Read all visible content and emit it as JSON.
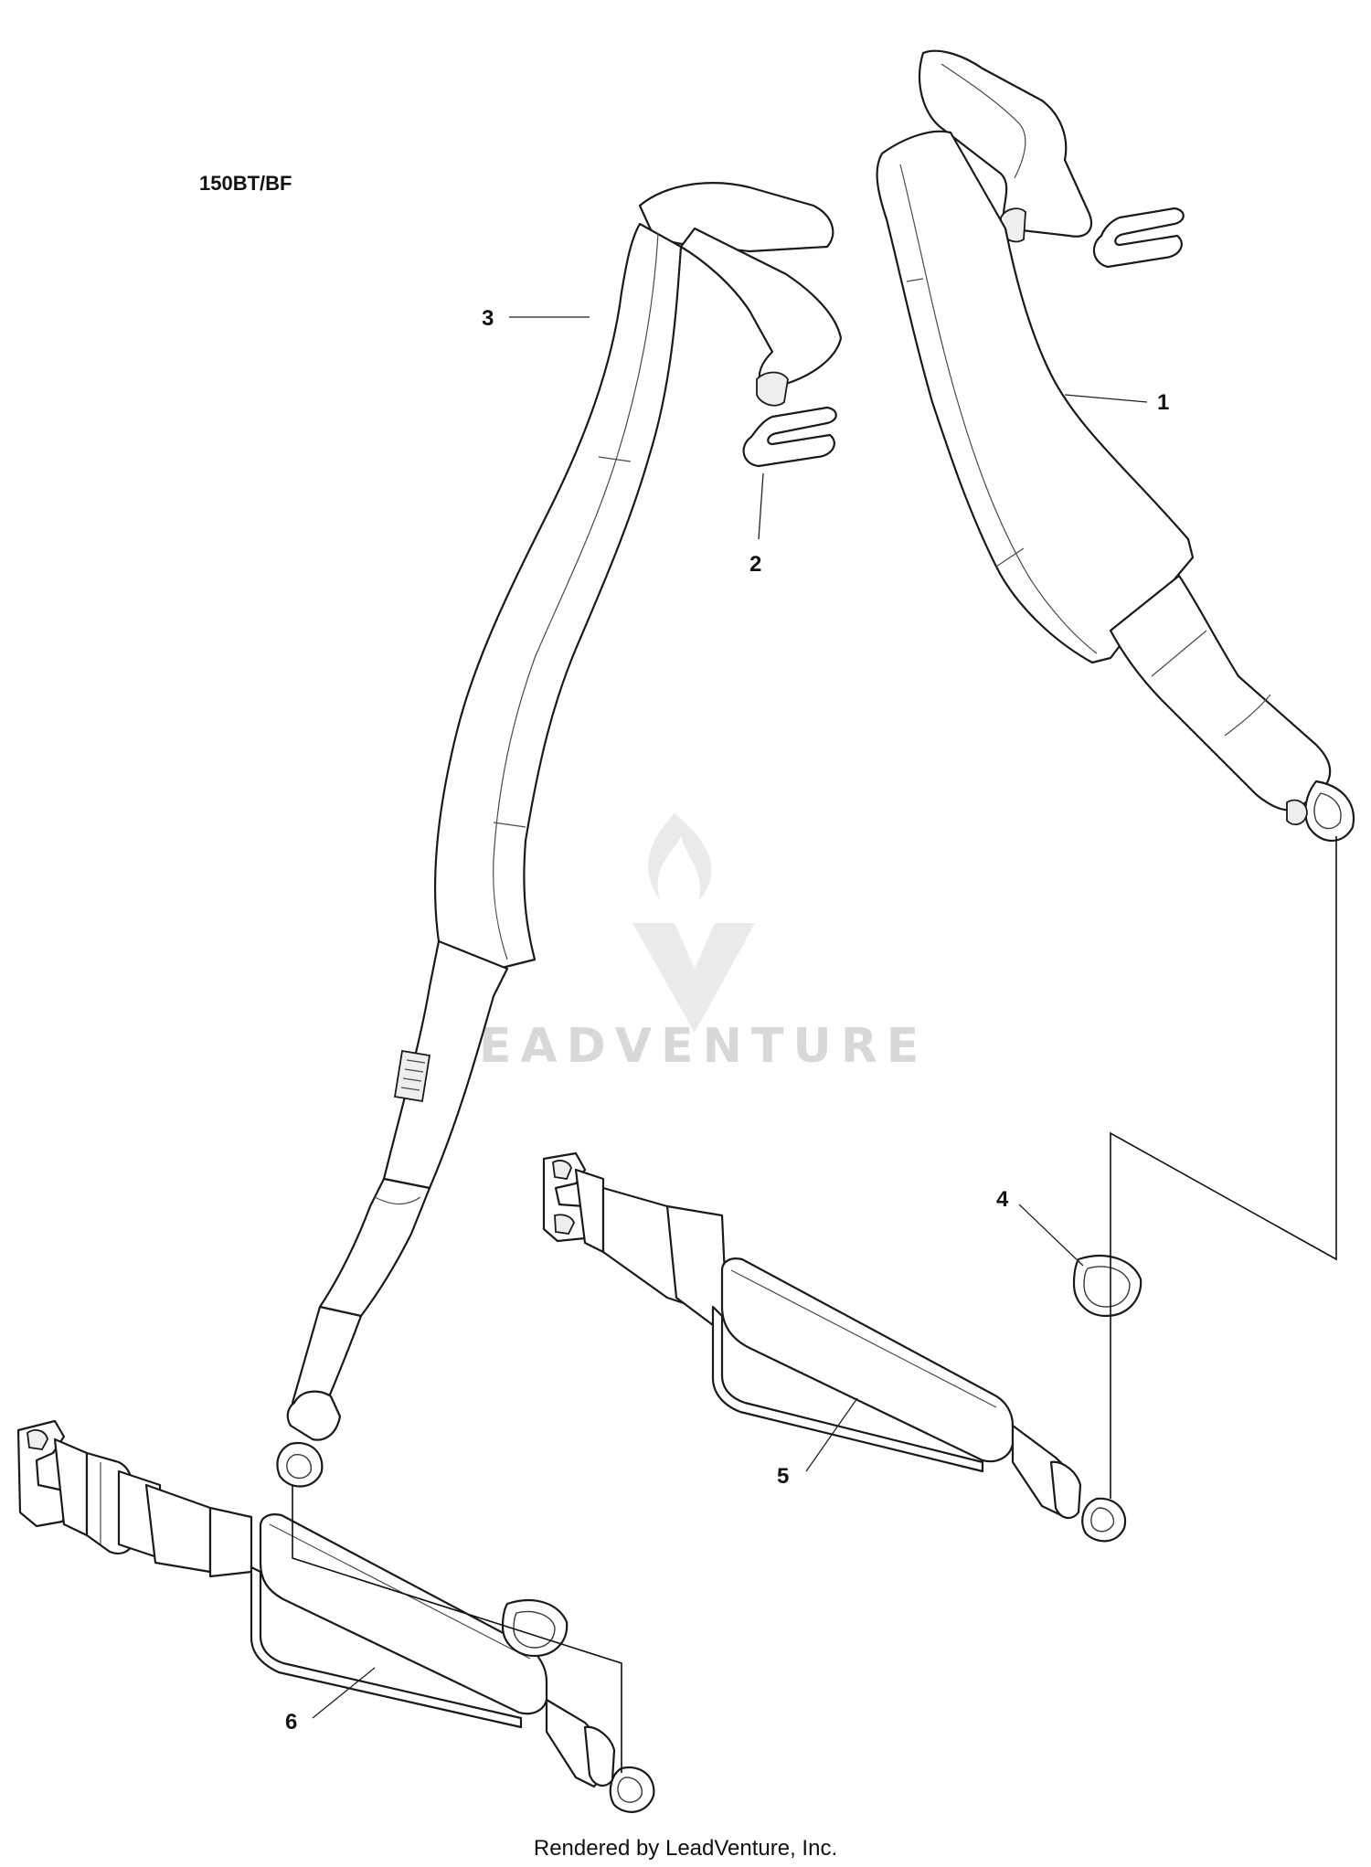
{
  "model_label": "150BT/BF",
  "watermark": {
    "text": "LEADVENTURE",
    "logo_icon": "flame-v-logo-icon"
  },
  "footer": "Rendered by LeadVenture, Inc.",
  "callouts": [
    {
      "id": "1"
    },
    {
      "id": "2"
    },
    {
      "id": "3"
    },
    {
      "id": "4"
    },
    {
      "id": "5"
    },
    {
      "id": "6"
    }
  ]
}
